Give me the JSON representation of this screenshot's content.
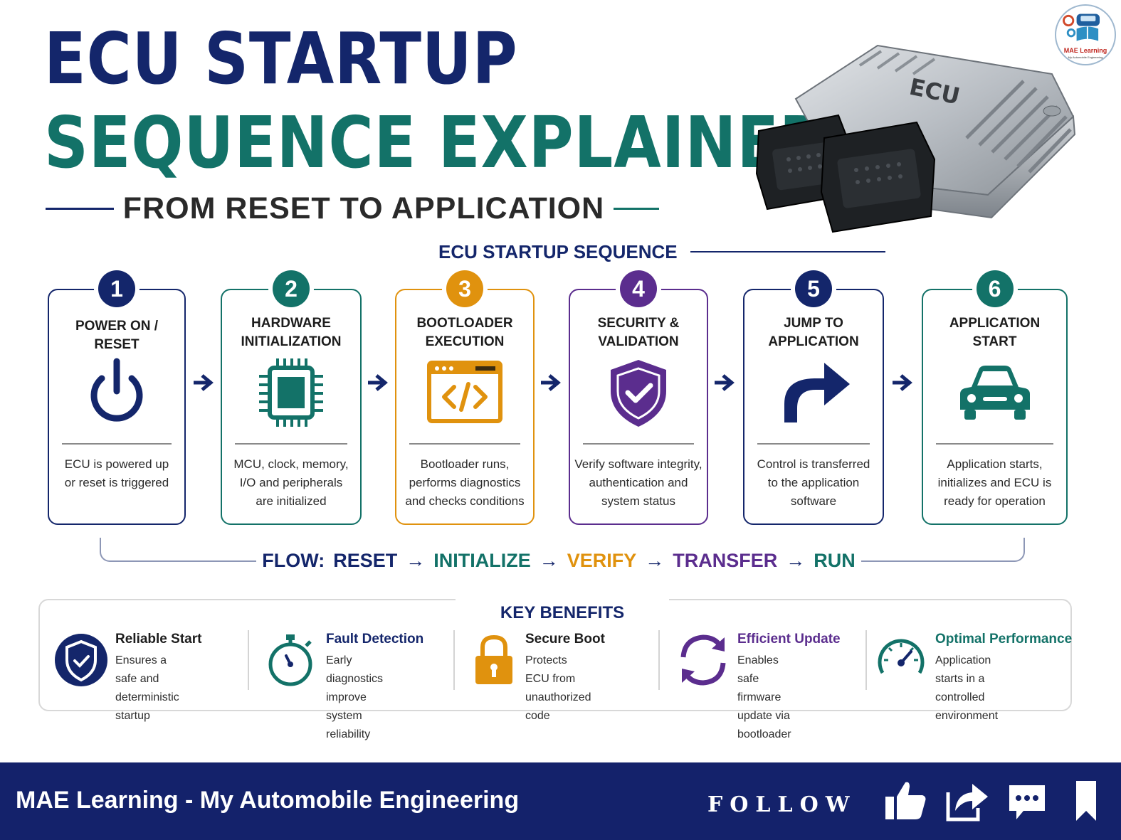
{
  "header": {
    "title_line1": "ECU STARTUP",
    "title_line2": "SEQUENCE EXPLAINED:",
    "subtitle": "FROM RESET TO APPLICATION",
    "ecu_label": "ECU",
    "logo_text": "MAE Learning",
    "logo_sub": "My Automobile Engineering"
  },
  "sequence": {
    "title": "ECU STARTUP SEQUENCE",
    "steps": [
      {
        "num": "1",
        "title": "POWER ON / RESET",
        "desc": "ECU is powered up\nor reset is triggered",
        "color": "#14266b",
        "icon": "power-icon"
      },
      {
        "num": "2",
        "title": "HARDWARE\nINITIALIZATION",
        "desc": "MCU, clock, memory,\nI/O and peripherals\nare initialized",
        "color": "#137268",
        "icon": "chip-icon"
      },
      {
        "num": "3",
        "title": "BOOTLOADER\nEXECUTION",
        "desc": "Bootloader runs,\nperforms diagnostics\nand checks conditions",
        "color": "#e0920e",
        "icon": "code-window-icon"
      },
      {
        "num": "4",
        "title": "SECURITY &\nVALIDATION",
        "desc": "Verify software integrity,\nauthentication and\nsystem status",
        "color": "#5b2d8e",
        "icon": "shield-check-icon"
      },
      {
        "num": "5",
        "title": "JUMP TO\nAPPLICATION",
        "desc": "Control is transferred\nto the application\nsoftware",
        "color": "#14266b",
        "icon": "jump-arrow-icon"
      },
      {
        "num": "6",
        "title": "APPLICATION\nSTART",
        "desc": "Application starts,\ninitializes and ECU is\nready for operation",
        "color": "#137268",
        "icon": "car-icon"
      }
    ]
  },
  "flow": {
    "label": "FLOW:",
    "items": [
      {
        "text": "RESET",
        "color": "#14266b"
      },
      {
        "text": "INITIALIZE",
        "color": "#137268"
      },
      {
        "text": "VERIFY",
        "color": "#e0920e"
      },
      {
        "text": "TRANSFER",
        "color": "#5b2d8e"
      },
      {
        "text": "RUN",
        "color": "#137268"
      }
    ],
    "arrow": "→"
  },
  "benefits": {
    "title": "KEY BENEFITS",
    "items": [
      {
        "title": "Reliable Start",
        "desc": "Ensures a safe and\ndeterministic startup",
        "color": "#14266b",
        "icon": "shield-check-icon"
      },
      {
        "title": "Fault Detection",
        "desc": "Early diagnostics\nimprove system reliability",
        "color": "#14266b",
        "icon": "stopwatch-icon"
      },
      {
        "title": "Secure Boot",
        "desc": "Protects ECU from\nunauthorized code",
        "color": "#1d1d1d",
        "icon": "lock-icon"
      },
      {
        "title": "Efficient Update",
        "desc": "Enables safe firmware\nupdate via bootloader",
        "color": "#5b2d8e",
        "icon": "refresh-icon"
      },
      {
        "title": "Optimal Performance",
        "desc": "Application starts in a\ncontrolled environment",
        "color": "#137268",
        "icon": "gauge-icon"
      }
    ]
  },
  "footer": {
    "brand": "MAE Learning - My Automobile Engineering",
    "follow": "FOLLOW",
    "icons": [
      "thumbs-up-icon",
      "share-icon",
      "comment-icon",
      "bookmark-icon"
    ]
  },
  "colors": {
    "navy": "#14266b",
    "teal": "#137268",
    "amber": "#e0920e",
    "purple": "#5b2d8e",
    "footer": "#14226b"
  }
}
